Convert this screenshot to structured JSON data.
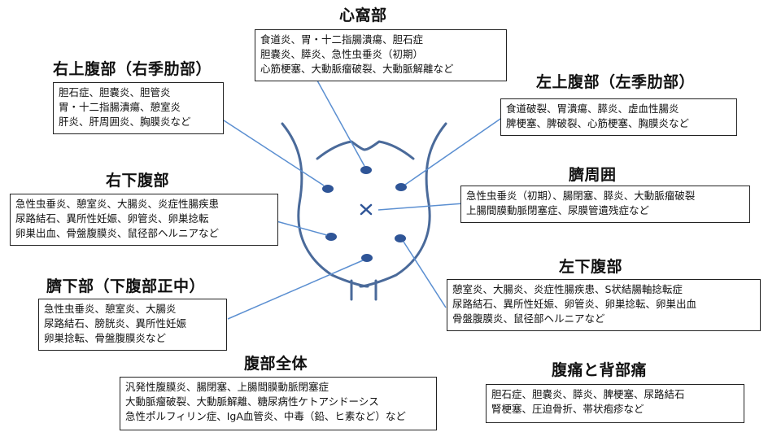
{
  "colors": {
    "figure": "#4a6a9a",
    "marker": "#2f5597",
    "leader": "#5b8fd1"
  },
  "icons": {
    "center": "x-mark-icon"
  },
  "regions": [
    {
      "id": "shinkabu",
      "title": "心窩部",
      "lines": [
        "食道炎、胃・十二指腸潰瘍、胆石症",
        "胆嚢炎、膵炎、急性虫垂炎（初期）",
        "心筋梗塞、大動脈瘤破裂、大動脈解離など"
      ]
    },
    {
      "id": "right-upper",
      "title": "右上腹部（右季肋部）",
      "lines": [
        "胆石症、胆嚢炎、胆管炎",
        "胃・十二指腸潰瘍、憩室炎",
        "肝炎、肝周囲炎、胸膜炎など"
      ]
    },
    {
      "id": "left-upper",
      "title": "左上腹部（左季肋部）",
      "lines": [
        "食道破裂、胃潰瘍、膵炎、虚血性腸炎",
        "脾梗塞、脾破裂、心筋梗塞、胸膜炎など"
      ]
    },
    {
      "id": "right-lower",
      "title": "右下腹部",
      "lines": [
        "急性虫垂炎、憩室炎、大腸炎、炎症性腸疾患",
        "尿路結石、異所性妊娠、卵管炎、卵巣捻転",
        "卵巣出血、骨盤腹膜炎、鼠径部ヘルニアなど"
      ]
    },
    {
      "id": "umbilical",
      "title": "臍周囲",
      "lines": [
        "急性虫垂炎（初期）、腸閉塞、膵炎、大動脈瘤破裂",
        "上腸間膜動脈閉塞症、尿膜管遺残症など"
      ]
    },
    {
      "id": "left-lower",
      "title": "左下腹部",
      "lines": [
        "憩室炎、大腸炎、炎症性腸疾患、S状結腸軸捻転症",
        "尿路結石、異所性妊娠、卵管炎、卵巣捻転、卵巣出血",
        "骨盤腹膜炎、鼠径部ヘルニアなど"
      ]
    },
    {
      "id": "hypogastric",
      "title": "臍下部（下腹部正中）",
      "lines": [
        "急性虫垂炎、憩室炎、大腸炎",
        "尿路結石、膀胱炎、異所性妊娠",
        "卵巣捻転、骨盤腹膜炎など"
      ]
    },
    {
      "id": "whole",
      "title": "腹部全体",
      "lines": [
        "汎発性腹膜炎、腸閉塞、上腸間膜動脈閉塞症",
        "大動脈瘤破裂、大動脈解離、糖尿病性ケトアシドーシス",
        "急性ポルフィリン症、IgA血管炎、中毒（鉛、ヒ素など）など"
      ]
    },
    {
      "id": "back",
      "title": "腹痛と背部痛",
      "lines": [
        "胆石症、胆嚢炎、膵炎、脾梗塞、尿路結石",
        "腎梗塞、圧迫骨折、帯状疱疹など"
      ]
    }
  ]
}
